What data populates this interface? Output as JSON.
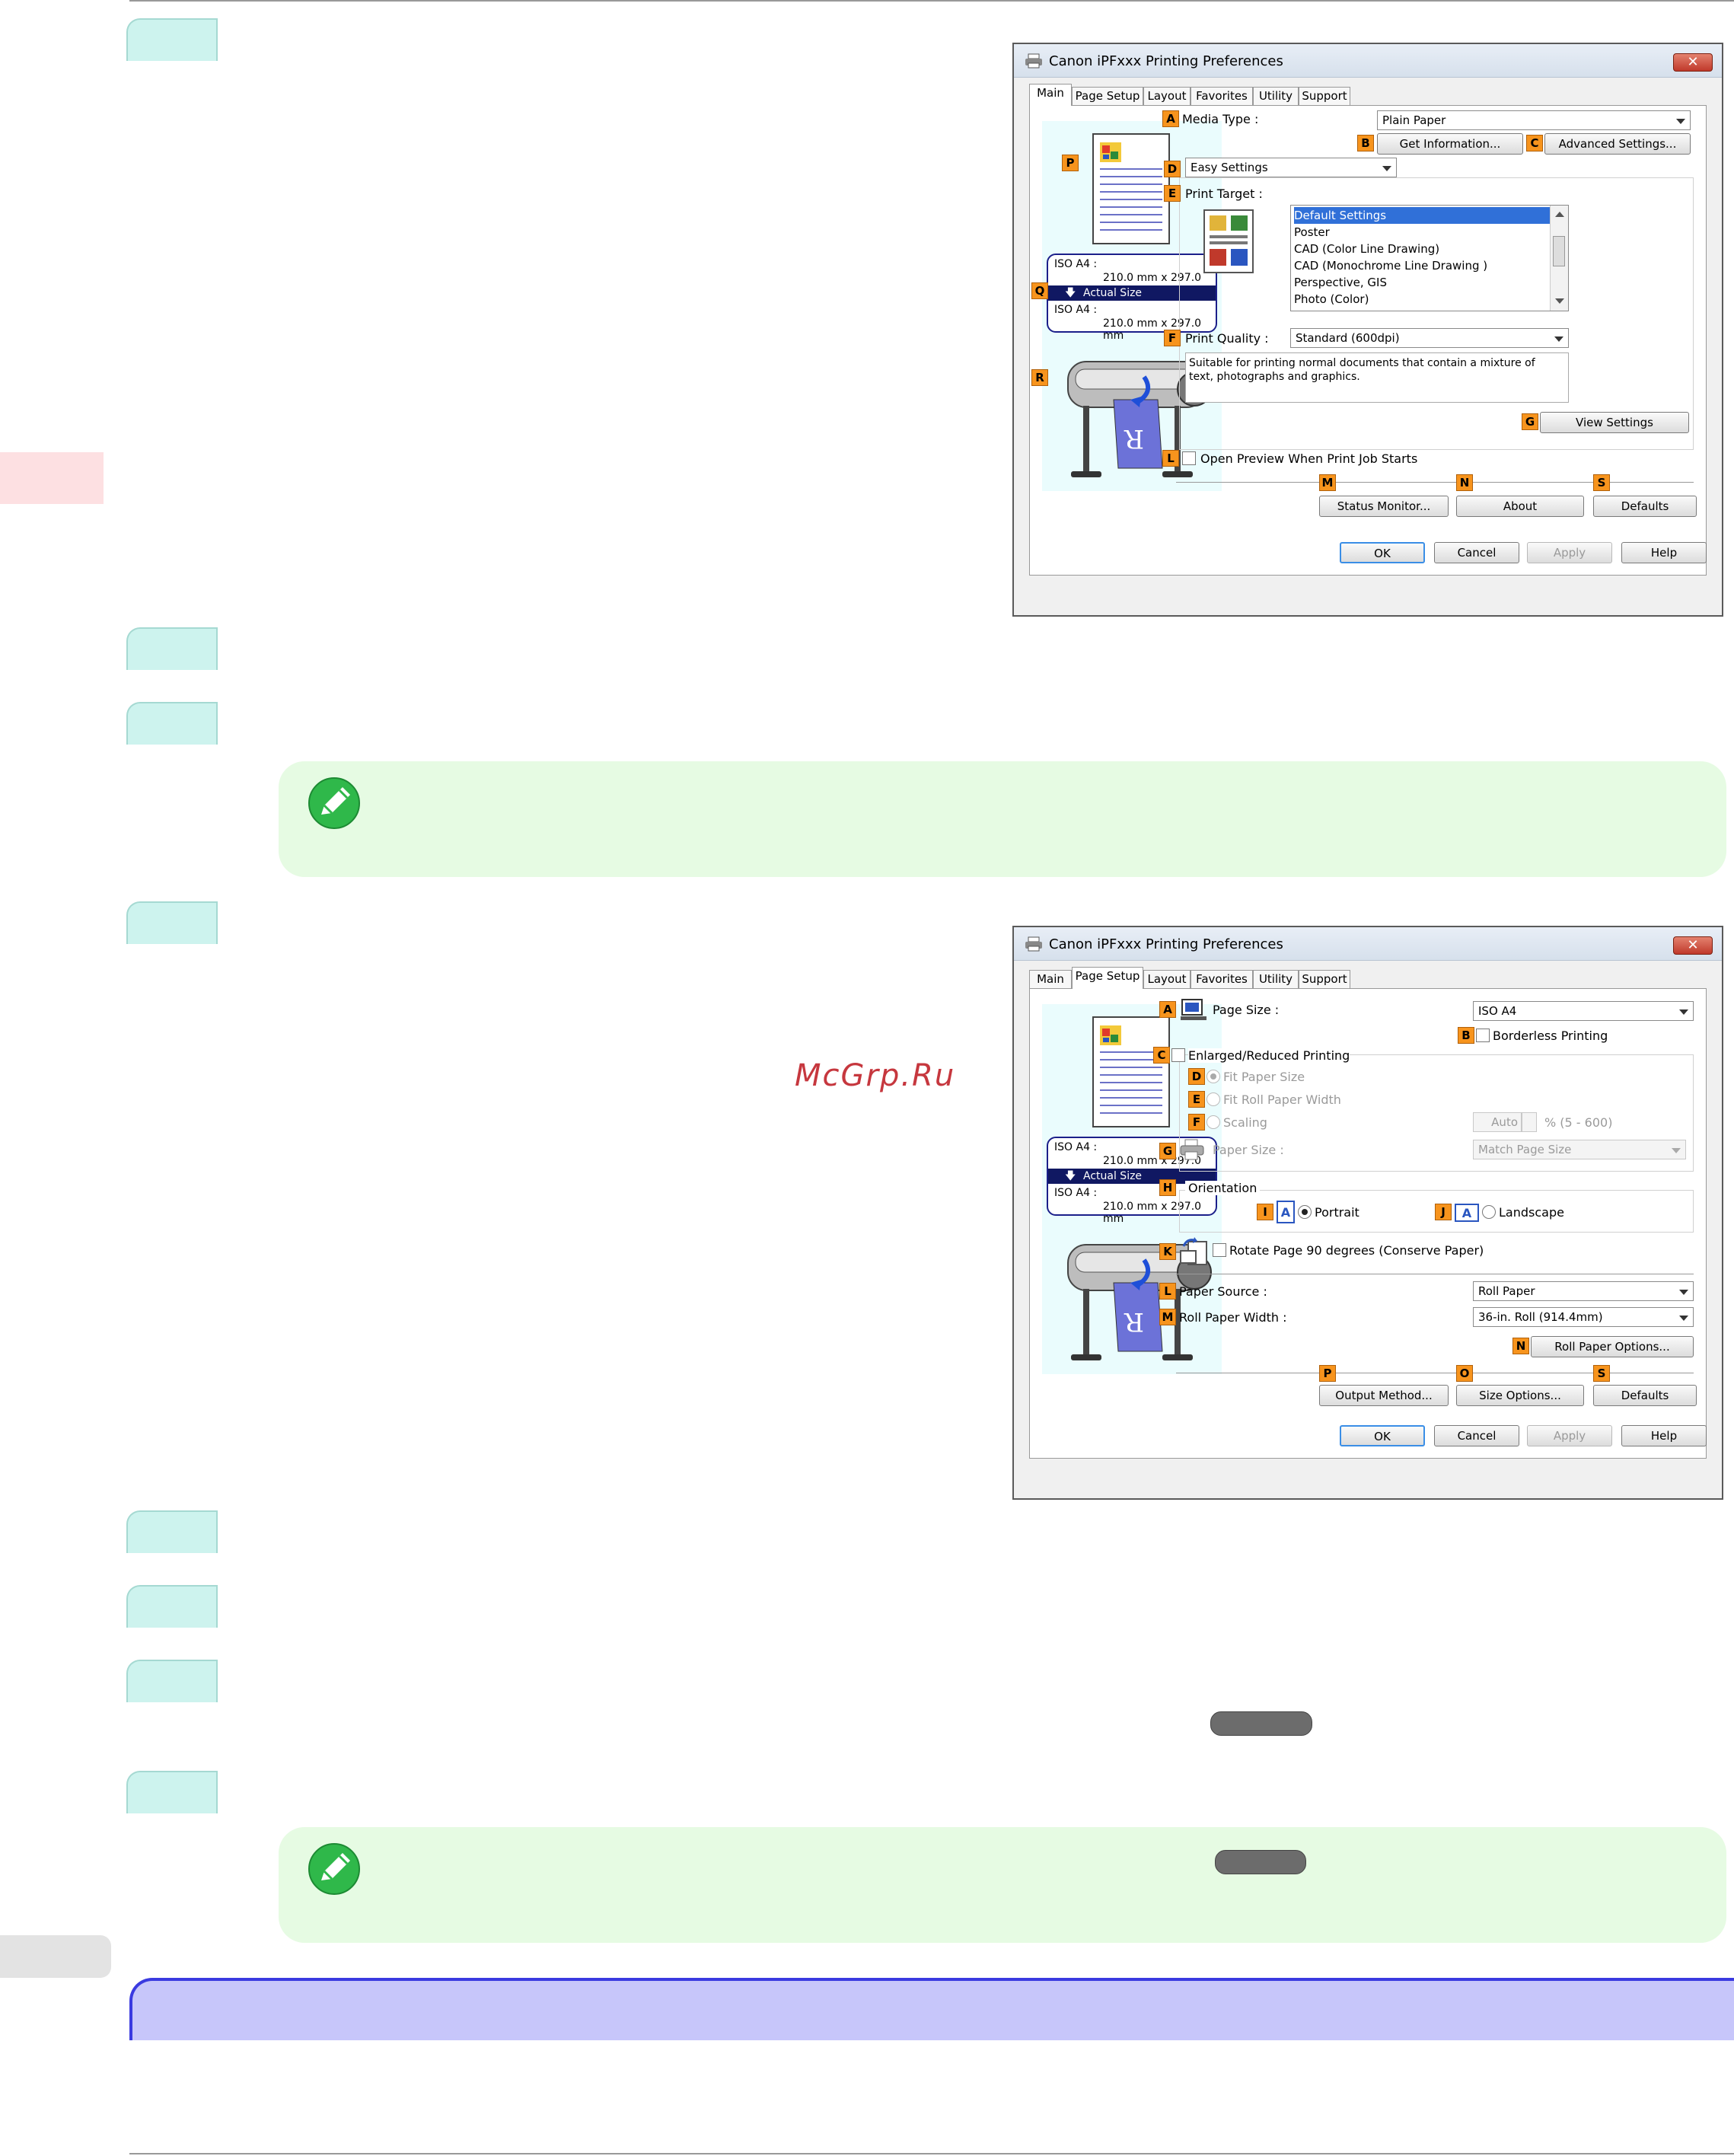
{
  "watermark": "McGrp.Ru",
  "dialog1": {
    "title": "Canon iPFxxx Printing Preferences",
    "close": "✕",
    "tabs": [
      "Main",
      "Page Setup",
      "Layout",
      "Favorites",
      "Utility",
      "Support"
    ],
    "active_tab": "Main",
    "preview": {
      "size_top_label": "ISO A4 :",
      "size_top_value": "210.0 mm x 297.0 mm",
      "actual_size": "Actual Size",
      "size_bottom_label": "ISO A4 :",
      "size_bottom_value": "210.0 mm x 297.0 mm"
    },
    "badges": {
      "A": "A",
      "B": "B",
      "C": "C",
      "D": "D",
      "E": "E",
      "F": "F",
      "G": "G",
      "L": "L",
      "M": "M",
      "N": "N",
      "S": "S",
      "P": "P",
      "Q": "Q",
      "R": "R"
    },
    "media_type_label": "Media Type :",
    "media_type_value": "Plain Paper",
    "get_information": "Get Information...",
    "advanced_settings": "Advanced Settings...",
    "mode_value": "Easy Settings",
    "print_target_label": "Print Target :",
    "print_target_items": [
      "Default Settings",
      "Poster",
      "CAD (Color Line Drawing)",
      "CAD (Monochrome Line Drawing )",
      "Perspective, GIS",
      "Photo (Color)"
    ],
    "print_quality_label": "Print Quality :",
    "print_quality_value": "Standard (600dpi)",
    "quality_description": "Suitable for printing normal documents that contain a mixture of text, photographs and graphics.",
    "view_settings": "View Settings",
    "open_preview": "Open Preview When Print Job Starts",
    "status_monitor": "Status Monitor...",
    "about": "About",
    "defaults": "Defaults",
    "ok": "OK",
    "cancel": "Cancel",
    "apply": "Apply",
    "help": "Help"
  },
  "dialog2": {
    "title": "Canon iPFxxx Printing Preferences",
    "close": "✕",
    "tabs": [
      "Main",
      "Page Setup",
      "Layout",
      "Favorites",
      "Utility",
      "Support"
    ],
    "active_tab": "Page Setup",
    "preview": {
      "size_top_label": "ISO A4 :",
      "size_top_value": "210.0 mm x 297.0 mm",
      "actual_size": "Actual Size",
      "size_bottom_label": "ISO A4 :",
      "size_bottom_value": "210.0 mm x 297.0 mm"
    },
    "badges": {
      "A": "A",
      "B": "B",
      "C": "C",
      "D": "D",
      "E": "E",
      "F": "F",
      "G": "G",
      "H": "H",
      "I": "I",
      "J": "J",
      "K": "K",
      "L": "L",
      "M": "M",
      "N": "N",
      "O": "O",
      "P": "P",
      "S": "S"
    },
    "page_size_label": "Page Size :",
    "page_size_value": "ISO A4",
    "borderless": "Borderless Printing",
    "enlarged_reduced": "Enlarged/Reduced Printing",
    "fit_paper_size": "Fit Paper Size",
    "fit_roll_paper_width": "Fit Roll Paper Width",
    "scaling": "Scaling",
    "scaling_value": "Auto",
    "scaling_range": "% (5 - 600)",
    "paper_size_label": "Paper Size :",
    "paper_size_value": "Match Page Size",
    "orientation": "Orientation",
    "portrait": "Portrait",
    "landscape": "Landscape",
    "orient_icon_glyph": "A",
    "rotate_page": "Rotate Page 90 degrees (Conserve Paper)",
    "paper_source_label": "Paper Source :",
    "paper_source_value": "Roll Paper",
    "roll_width_label": "Roll Paper Width :",
    "roll_width_value": "36-in. Roll (914.4mm)",
    "roll_paper_options": "Roll Paper Options...",
    "output_method": "Output Method...",
    "size_options": "Size Options...",
    "defaults": "Defaults",
    "ok": "OK",
    "cancel": "Cancel",
    "apply": "Apply",
    "help": "Help"
  }
}
